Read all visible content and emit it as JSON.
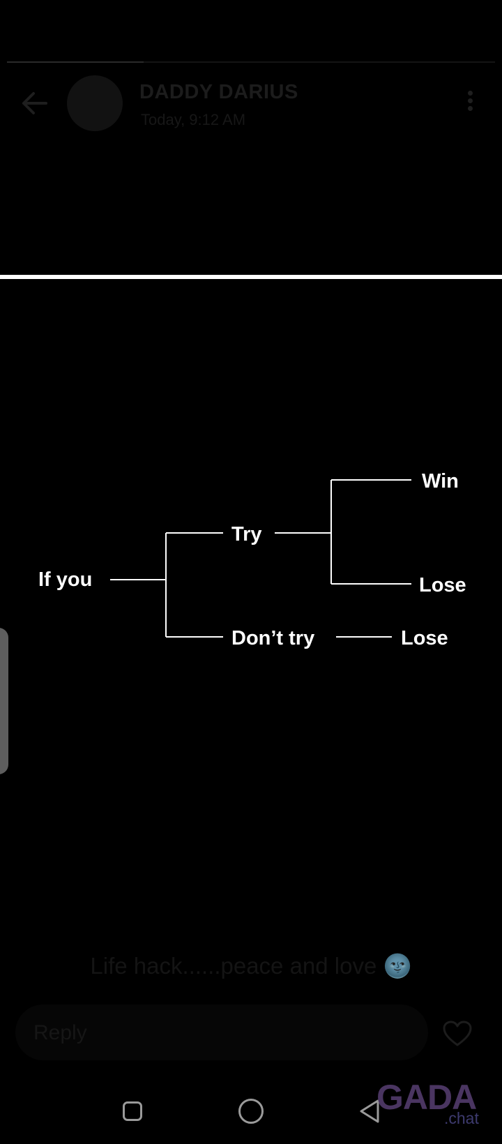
{
  "header": {
    "sender_name": "DADDY DARIUS",
    "timestamp": "Today, 9:12 AM",
    "back_icon": "arrow-left-icon",
    "more_icon": "more-vertical-icon",
    "story_progress": 0.28
  },
  "diagram": {
    "root": "If you",
    "branch_try": "Try",
    "branch_dont_try": "Don’t try",
    "try_outcome_win": "Win",
    "try_outcome_lose": "Lose",
    "dont_try_outcome": "Lose"
  },
  "caption": {
    "text": "Life hack......peace and love 🌚"
  },
  "reply": {
    "placeholder": "Reply",
    "like_icon": "heart-icon"
  },
  "navbar": {
    "recents_icon": "square-icon",
    "home_icon": "circle-icon",
    "back_icon": "triangle-back-icon"
  },
  "watermark": {
    "logo": "GADA",
    "suffix": ".chat"
  },
  "colors": {
    "background": "#000000",
    "diagram": "#ffffff",
    "dim_text": "#1c1c1c",
    "nav_icons": "#9a9a9a",
    "watermark": "#4a3561"
  }
}
